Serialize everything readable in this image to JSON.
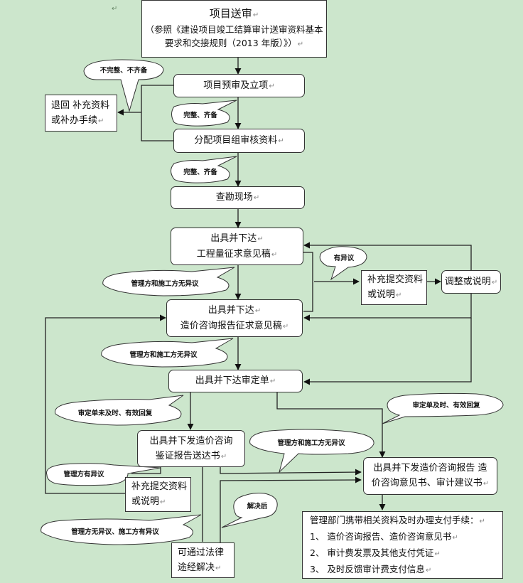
{
  "colors": {
    "background": "#cce6cc",
    "box": "#ffffff",
    "line": "#333333"
  },
  "paragraph_mark": "↵",
  "nodes": {
    "project_submission": {
      "title": "项目送审",
      "note_line1": "（参照《建设项目竣工结算审计送审资料基本",
      "note_line2": "要求和交接规则（2013 年版）》）"
    },
    "pre_review": {
      "label": "项目预审及立项"
    },
    "return_supplement": {
      "line1": "退回 补充资料",
      "line2": "或补办手续"
    },
    "assign_group": {
      "label": "分配项目组审核资料"
    },
    "site_survey": {
      "label": "查勘现场"
    },
    "quantity_draft": {
      "line1": "出具并下达",
      "line2": "工程量征求意见稿"
    },
    "supplement_1": {
      "line1": "补充提交资料",
      "line2": "或说明"
    },
    "adjust_explain": {
      "label": "调整或说明"
    },
    "cost_report_draft": {
      "line1": "出具并下达",
      "line2": "造价咨询报告征求意见稿"
    },
    "approval_sheet": {
      "label": "出具并下达审定单"
    },
    "appraisal_notice": {
      "line1": "出具并下发造价咨询",
      "line2": "鉴证报告送达书"
    },
    "supplement_2": {
      "line1": "补充提交资料",
      "line2": "或说明"
    },
    "legal_resolution": {
      "line1": "可通过法律",
      "line2": "途经解决"
    },
    "final_report": {
      "line1": "出具并下发造价咨询报告 造",
      "line2": "价咨询意见书、审计建议书"
    },
    "payment": {
      "heading": "管理部门携带相关资料及时办理支付手续：",
      "items": [
        "1、 造价咨询报告、造价咨询意见书",
        "2、 审计费发票及其他支付凭证",
        "3、 及时反馈审计费支付信息"
      ]
    }
  },
  "callouts": {
    "incomplete": "不完整、不齐备",
    "complete_1": "完整、齐备",
    "complete_2": "完整、齐备",
    "objection": "有异议",
    "no_objection_1": "管理方和施工方无异议",
    "no_objection_2": "管理方和施工方无异议",
    "late_reply": "审定单未及时、有效回复",
    "timely_reply": "审定单及时、有效回复",
    "no_objection_3": "管理方和施工方无异议",
    "mgmt_objection": "管理方有异议",
    "contractor_objection": "管理方无异议、施工方有异议",
    "resolved": "解决后"
  }
}
